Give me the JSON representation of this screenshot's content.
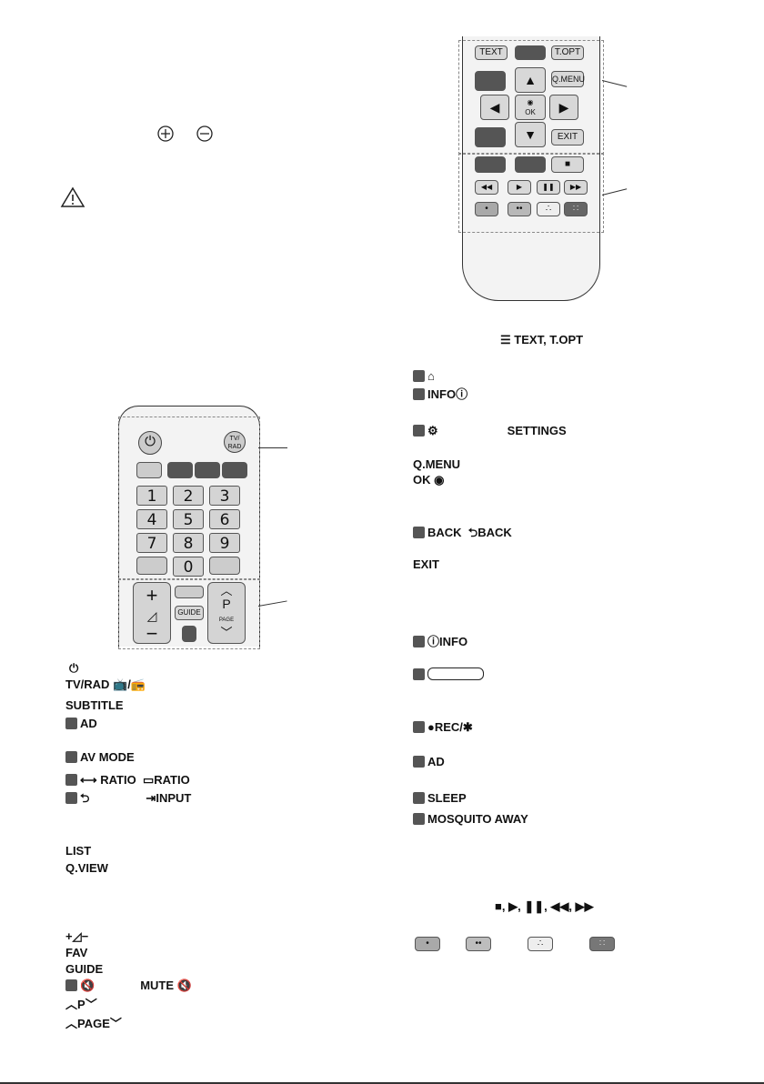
{
  "icons": {
    "plus": "plus-circle",
    "minus": "minus-circle",
    "caution": "warning-triangle"
  },
  "top_remote": {
    "row1": [
      "TEXT",
      "",
      "T.OPT"
    ],
    "qmenu": "Q.MENU",
    "ok": "OK",
    "exit": "EXIT"
  },
  "bottom_remote": {
    "tvrad": "TV/\nRAD",
    "guide": "GUIDE",
    "p": "P",
    "page": "PAGE",
    "numbers": [
      "1",
      "2",
      "3",
      "4",
      "5",
      "6",
      "7",
      "8",
      "9",
      "0"
    ]
  },
  "left_keys": {
    "tvrad": "TV/RAD",
    "subtitle": "SUBTITLE",
    "ad": "AD",
    "avmode": "AV MODE",
    "ratio1": "RATIO",
    "ratio2": "RATIO",
    "input": "INPUT",
    "list": "LIST",
    "qview": "Q.VIEW",
    "fav": "FAV",
    "guide": "GUIDE",
    "mute": "MUTE",
    "p": "P",
    "page": "PAGE"
  },
  "right_keys": {
    "text_topt": "TEXT, T.OPT",
    "info1": "INFO",
    "settings": "SETTINGS",
    "qmenu": "Q.MENU",
    "ok": "OK",
    "back1": "BACK",
    "back2": "BACK",
    "exit": "EXIT",
    "info2": "INFO",
    "rec": "REC/",
    "ad": "AD",
    "sleep": "SLEEP",
    "mosquito": "MOSQUITO AWAY",
    "playback_sep": ", ",
    "color_dots": [
      "•",
      "••",
      "∴",
      "∷"
    ]
  }
}
